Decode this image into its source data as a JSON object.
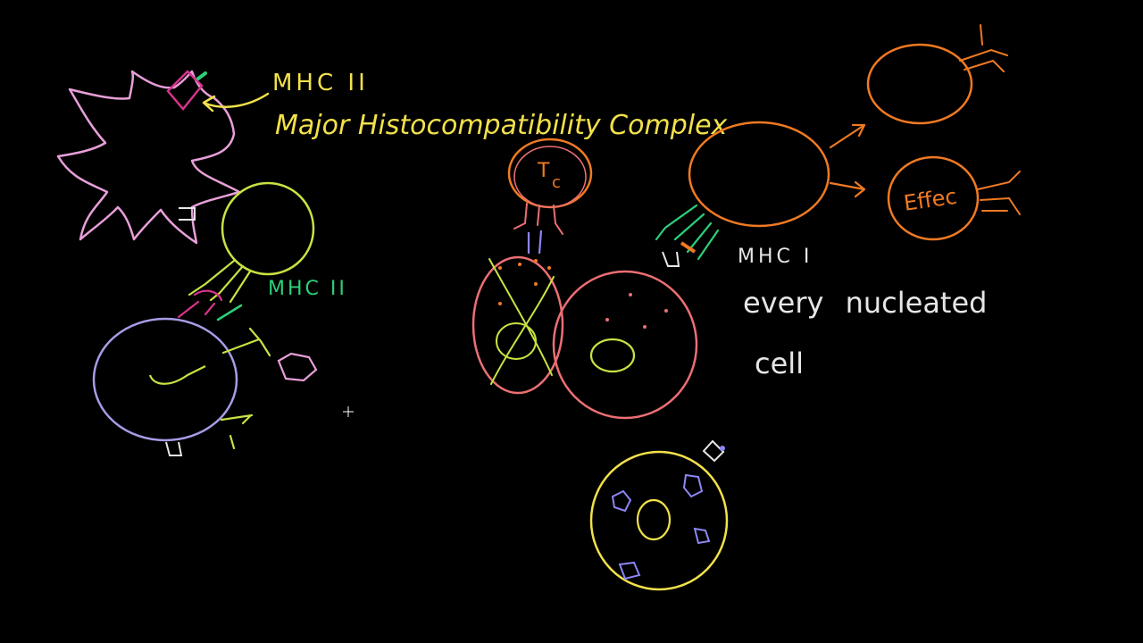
{
  "colors": {
    "background": "#000000",
    "pink": "#e79fd9",
    "magenta": "#d8338c",
    "yellow": "#f2e14a",
    "lime": "#c9e243",
    "green": "#2bd07a",
    "teal": "#29c98a",
    "lavender": "#a79ce6",
    "salmon": "#ec6f74",
    "orange": "#f07a22",
    "white": "#e6e6e6",
    "purple": "#8d86f5"
  },
  "labels": {
    "mhc2_top": "MHC II",
    "mhc_full": "Major Histocompatibility Complex",
    "mhc2_green": "MHC II",
    "tc_cell": "T",
    "tc_sub": "c",
    "mhc1": "MHC I",
    "every_nucleated": "every nucleated",
    "cell": "cell",
    "effector": "Effec"
  }
}
